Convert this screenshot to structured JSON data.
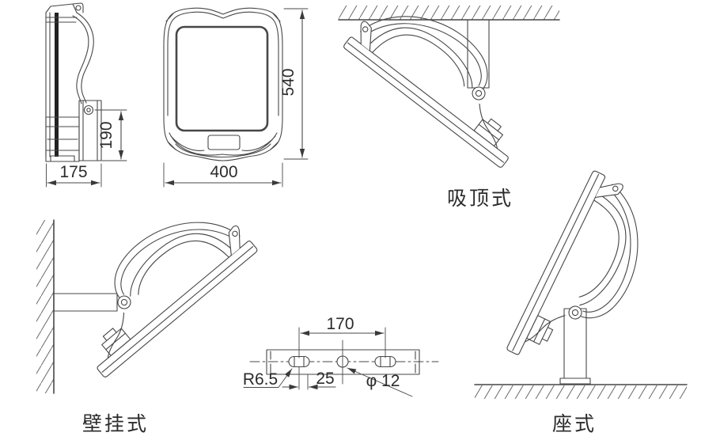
{
  "drawing": {
    "type": "floodlight installation line drawing",
    "colors": {
      "line": "#474747",
      "text": "#2b2b2b",
      "lens_bar": "#222222",
      "background": "#ffffff"
    }
  },
  "side_view": {
    "depth": "175",
    "bracket_height": "190"
  },
  "front_view": {
    "width": "400",
    "height": "540"
  },
  "bracket_plate": {
    "hole_spacing": "170",
    "slot_offset": "25",
    "slot_radius": "R6.5",
    "center_hole": "φ 12"
  },
  "mount_labels": {
    "ceiling": "吸顶式",
    "wall": "壁挂式",
    "pedestal": "座式"
  }
}
